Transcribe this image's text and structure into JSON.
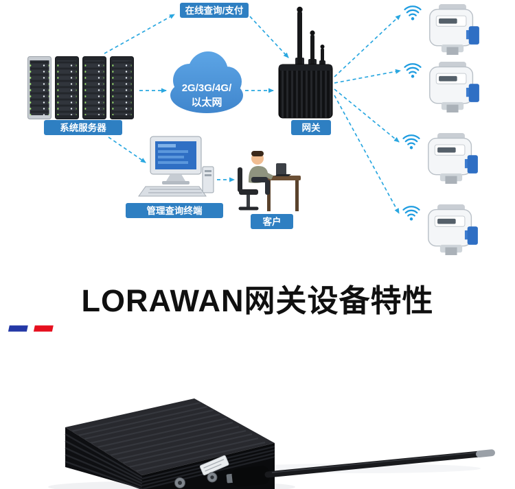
{
  "diagram": {
    "labels": {
      "online_payment": "在线查询/支付",
      "system_server": "系统服务器",
      "cloud_line1": "2G/3G/4G/",
      "cloud_line2": "以太网",
      "gateway": "网关",
      "management_terminal": "管理查询终端",
      "customer": "客户"
    },
    "colors": {
      "label_bg": "#2e7fc2",
      "connector": "#2aa7e0",
      "cloud_top": "#5ba3e4",
      "cloud_bottom": "#3f85cc",
      "wifi": "#1e9ce0"
    },
    "meter_count": 4
  },
  "title": {
    "text": "LORAWAN网关设备特性",
    "color": "#101010",
    "divider_blue": "#2438a6",
    "divider_red": "#e60f1e"
  }
}
